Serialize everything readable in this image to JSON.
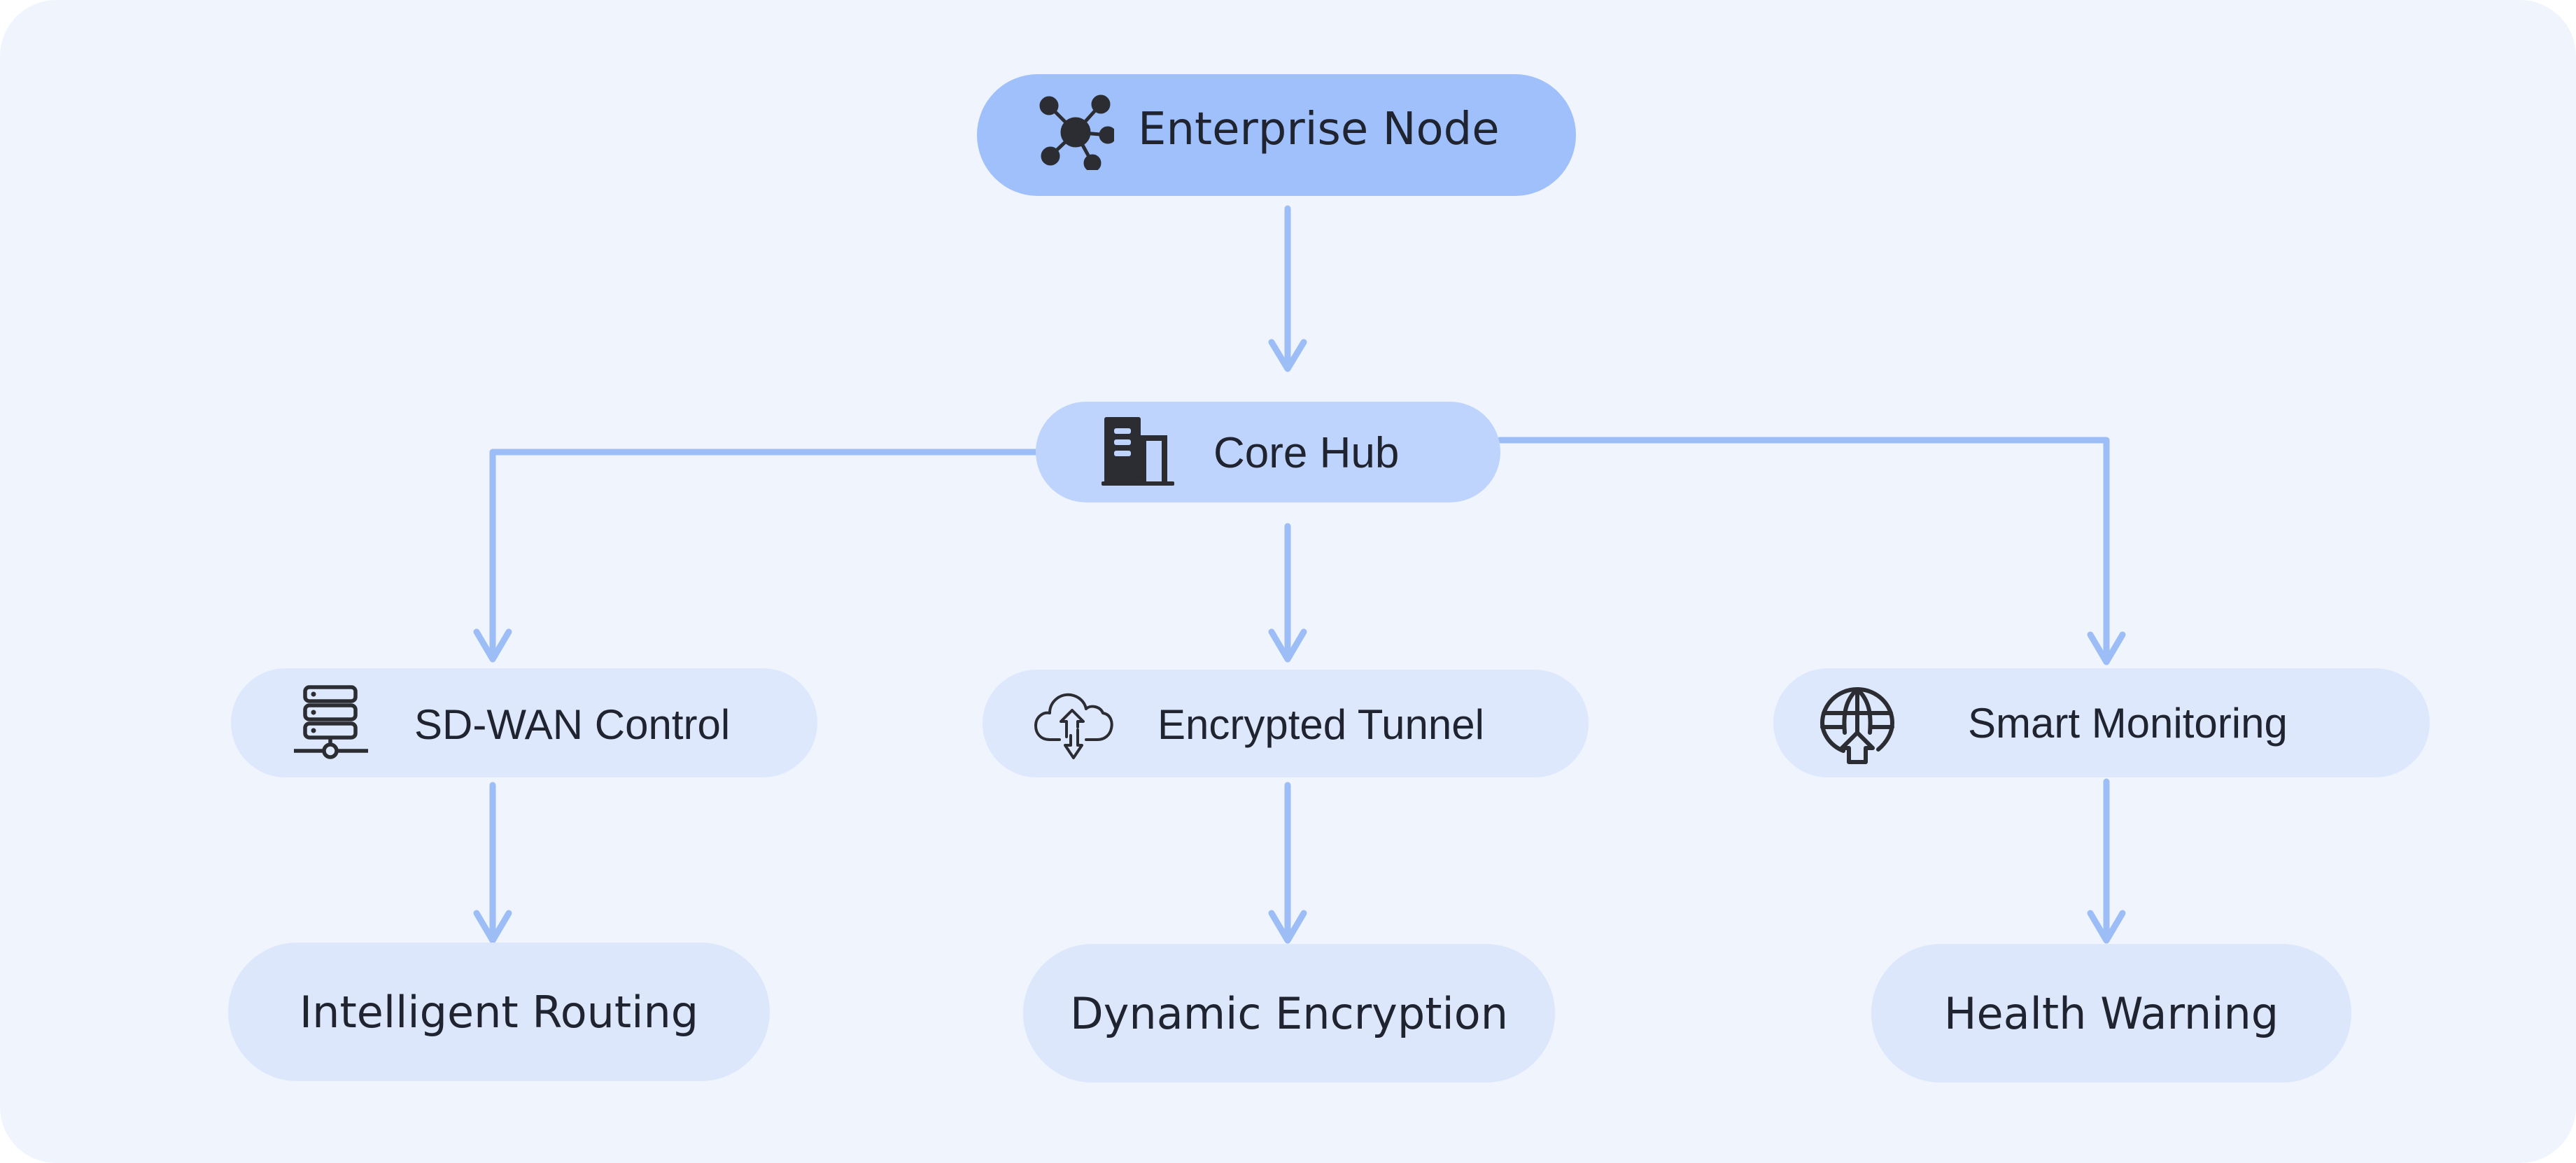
{
  "diagram": {
    "colors": {
      "canvas": "#f0f5fd",
      "edge": "#9dbdf6",
      "root": "#9fc0fb",
      "hub": "#bfd4fc",
      "module": "#dde8fd",
      "leaf": "#dce7fb",
      "icon": "#2b2d33"
    },
    "nodes": {
      "root": {
        "label": "Enterprise Node",
        "icon": "network-icon"
      },
      "hub": {
        "label": "Core Hub",
        "icon": "building-icon"
      },
      "sdwan": {
        "label": "SD-WAN Control",
        "icon": "server-icon"
      },
      "tunnel": {
        "label": "Encrypted Tunnel",
        "icon": "cloud-sync-icon"
      },
      "monitor": {
        "label": "Smart Monitoring",
        "icon": "globe-upload-icon"
      },
      "routing": {
        "label": "Intelligent Routing"
      },
      "encryption": {
        "label": "Dynamic Encryption"
      },
      "warning": {
        "label": "Health Warning"
      }
    },
    "edges": [
      {
        "from": "root",
        "to": "hub"
      },
      {
        "from": "hub",
        "to": "sdwan"
      },
      {
        "from": "hub",
        "to": "tunnel"
      },
      {
        "from": "hub",
        "to": "monitor"
      },
      {
        "from": "sdwan",
        "to": "routing"
      },
      {
        "from": "tunnel",
        "to": "encryption"
      },
      {
        "from": "monitor",
        "to": "warning"
      }
    ]
  }
}
